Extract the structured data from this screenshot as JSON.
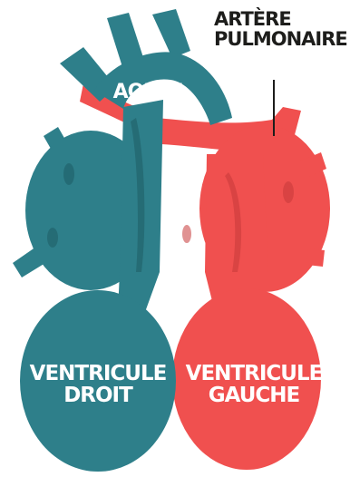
{
  "labels": {
    "aorte": "AORTE",
    "artere_pulmonaire_line1": "ARTÈRE",
    "artere_pulmonaire_line2": "PULMONAIRE",
    "ventricule_droit_line1": "VENTRICULE",
    "ventricule_droit_line2": "DROIT",
    "ventricule_gauche_line1": "VENTRICULE",
    "ventricule_gauche_line2": "GAUCHE"
  },
  "colors": {
    "teal": "#2e7f8a",
    "teal_dark": "#1f5f68",
    "red": "#f0504f",
    "red_dark": "#c73a3a",
    "text_dark": "#1d1d1b",
    "text_light": "#ffffff"
  }
}
